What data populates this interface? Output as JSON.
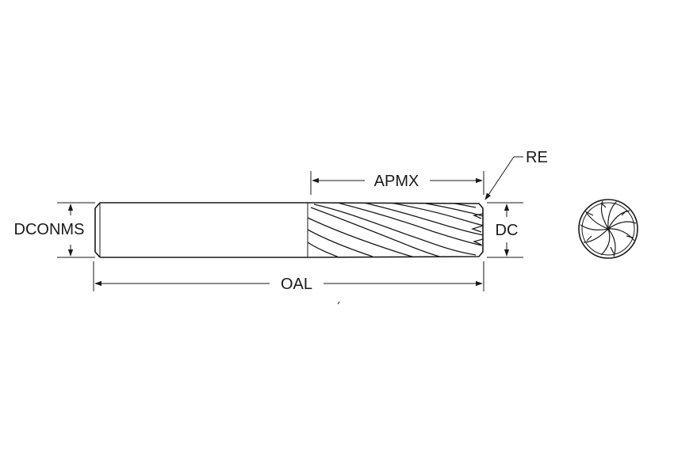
{
  "labels": {
    "apmx": "APMX",
    "re": "RE",
    "dconms": "DCONMS",
    "dc": "DC",
    "oal": "OAL"
  },
  "colors": {
    "line": "#1a1a1a",
    "background": "#ffffff"
  }
}
